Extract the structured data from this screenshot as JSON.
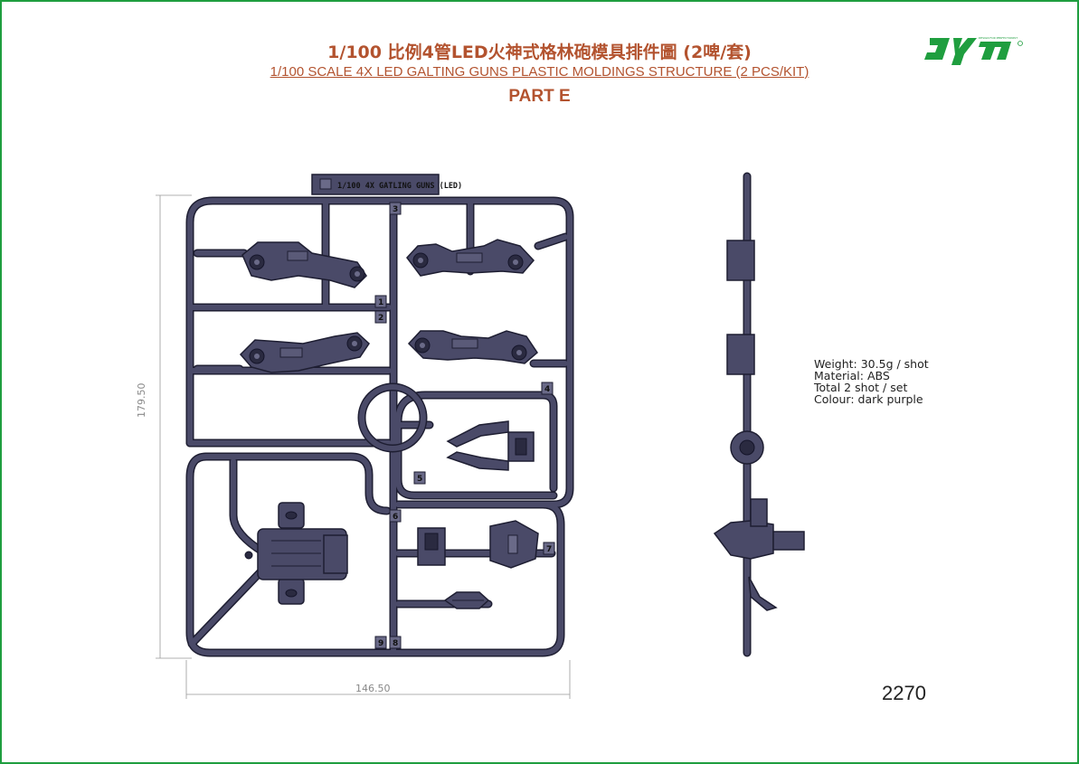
{
  "title": {
    "cn": "1/100 比例4管LED火神式格林砲模具排件圖 (2啤/套)",
    "en": "1/100 SCALE 4X LED GALTING GUNS PLASTIC MOLDINGS STRUCTURE (2 PCS/KIT)",
    "part": "PART E"
  },
  "logo": {
    "text": "dyn",
    "tagline": "DESIGN FOR PERFECTIONIST"
  },
  "sprue": {
    "tag_label": "1/100 4X GATLING GUNS (LED)",
    "part_numbers": [
      "1",
      "2",
      "3",
      "4",
      "5",
      "6",
      "7",
      "8",
      "9"
    ]
  },
  "dimensions": {
    "width": "146.50",
    "height": "179.50"
  },
  "specs": {
    "weight": "Weight: 30.5g / shot",
    "material": "Material: ABS",
    "total": "Total 2 shot / set",
    "colour": "Colour: dark purple"
  },
  "code": "2270",
  "colors": {
    "frame": "#1f9e3f",
    "title": "#b3532f",
    "plastic": "#4a4a68",
    "outline": "#1e1e32"
  }
}
